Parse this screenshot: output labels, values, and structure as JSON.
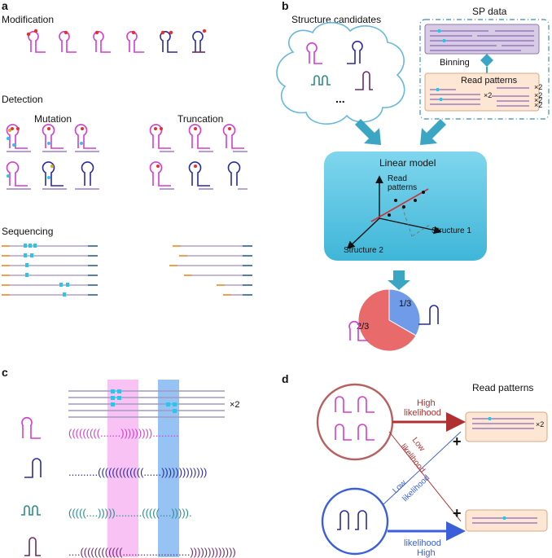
{
  "panels": {
    "a": {
      "letter": "a",
      "modification": "Modification",
      "detection": "Detection",
      "mutation": "Mutation",
      "truncation": "Truncation",
      "sequencing": "Sequencing"
    },
    "b": {
      "letter": "b",
      "structure_candidates": "Structure candidates",
      "ellipsis": "...",
      "sp_data": "SP data",
      "binning": "Binning",
      "read_patterns": "Read patterns",
      "x2_labels": [
        "×2",
        "×2",
        "×2",
        "×2",
        "×2"
      ],
      "linear_model": "Linear model",
      "axis_read": "Read",
      "axis_patterns": "patterns",
      "axis_structure1": "Structure 1",
      "axis_structure2": "Structure 2",
      "pie": {
        "slices": [
          {
            "label": "1/3",
            "fraction": 0.3333,
            "color": "#6f9be8"
          },
          {
            "label": "2/3",
            "fraction": 0.6667,
            "color": "#e86a6a"
          }
        ]
      }
    },
    "c": {
      "letter": "c",
      "x2": "×2",
      "dotbrackets": [
        "(((((((((.......))))))))).........",
        "..........(((((((((((((......)))))))))))))",
        "(((((....))))).........(((((....))))).",
        "....((((((((((((.......................)))))))))))))"
      ]
    },
    "d": {
      "letter": "d",
      "read_patterns": "Read patterns",
      "high": "High",
      "likelihood": "likelihood",
      "low": "Low",
      "x2": "×2",
      "plus": "+"
    }
  },
  "colors": {
    "magenta": "#d23cd2",
    "navy": "#2a2aa0",
    "teal": "#2b8c8c",
    "plum": "#6a2a6a",
    "cyan": "#2ec4e8",
    "arrow_teal": "#3ba6c4",
    "red": "#b03030",
    "blue": "#3a5fd9"
  }
}
